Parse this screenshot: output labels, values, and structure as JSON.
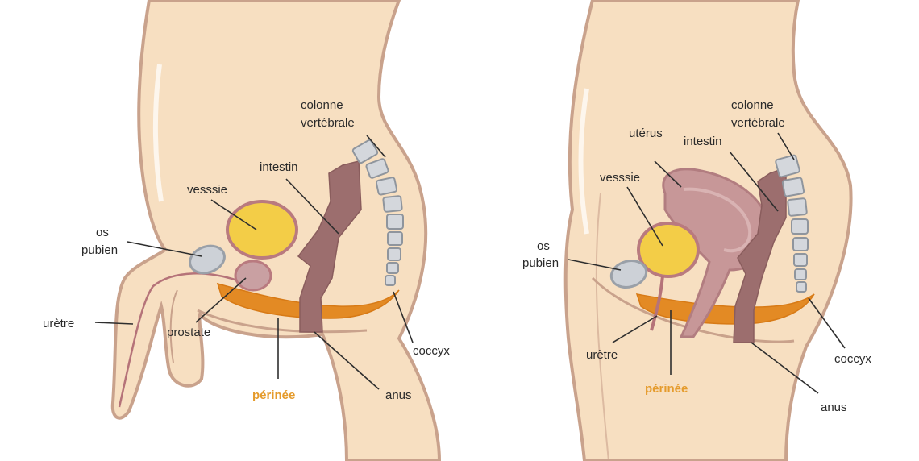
{
  "colors": {
    "skin": "#f7dfc1",
    "skin_outline": "#c9a28c",
    "bladder_fill": "#f3cd47",
    "bladder_outline": "#b97a7f",
    "intestine": "#9c6e6e",
    "perineum": "#e38a24",
    "spine_fill": "#d4d7dc",
    "bone_fill": "#cdd1d7",
    "uterus_fill": "#c79798",
    "urethra": "#b57379",
    "accent_label": "#e59b2c"
  },
  "male": {
    "labels": {
      "colonne": "colonne",
      "vertebrale": "vertébrale",
      "intestin": "intestin",
      "vessie": "vesssie",
      "os": "os",
      "pubien": "pubien",
      "uretre": "urètre",
      "prostate": "prostate",
      "perinee": "périnée",
      "anus": "anus",
      "coccyx": "coccyx"
    }
  },
  "female": {
    "labels": {
      "colonne": "colonne",
      "vertebrale": "vertébrale",
      "uterus": "utérus",
      "intestin": "intestin",
      "vessie": "vesssie",
      "os": "os",
      "pubien": "pubien",
      "uretre": "urètre",
      "perinee": "périnée",
      "anus": "anus",
      "coccyx": "coccyx"
    }
  }
}
